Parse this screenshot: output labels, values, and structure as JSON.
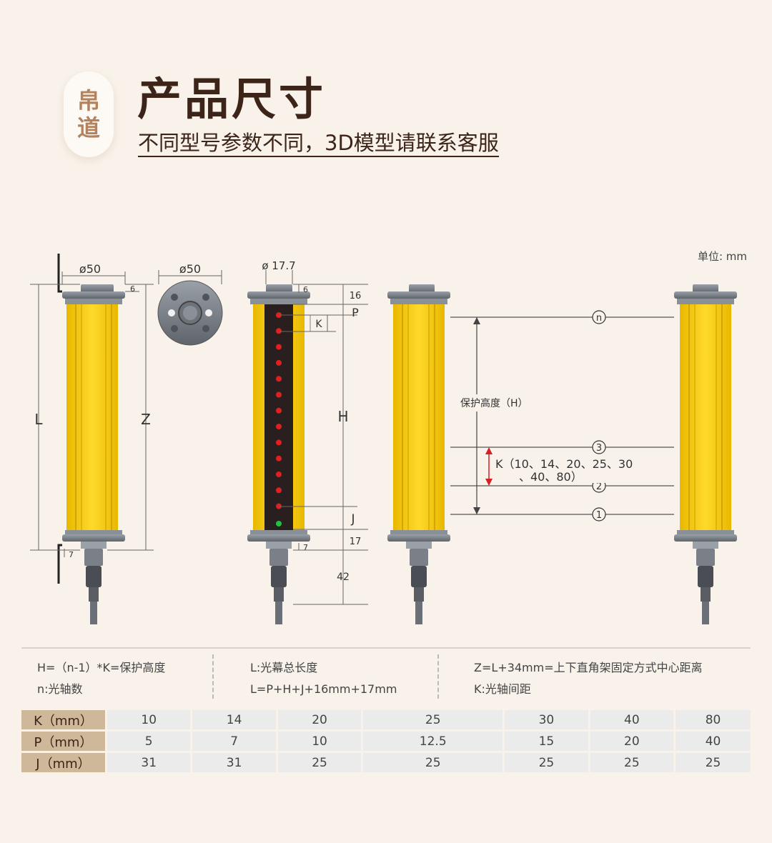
{
  "header": {
    "badge_line1": "帛",
    "badge_line2": "道",
    "title": "产品尺寸",
    "subtitle": "不同型号参数不同，3D模型请联系客服"
  },
  "diagram": {
    "unit": "单位: mm",
    "side": {
      "diameter": "ø50",
      "top": "6",
      "bottom": "7",
      "L": "L",
      "Z": "Z"
    },
    "top_view": {
      "diameter": "ø50"
    },
    "front": {
      "diameter": "ø 17.7",
      "top_small": "6",
      "bottom_small": "7",
      "d16": "16",
      "P": "P",
      "K": "K",
      "H": "H",
      "J": "J",
      "d17": "17",
      "d42": "42"
    },
    "pair": {
      "n": "n",
      "three": "3",
      "two": "2",
      "one": "1",
      "protect": "保护高度（H）",
      "k_values_1": "K（10、14、20、25、30",
      "k_values_2": "、40、80）"
    }
  },
  "notes": {
    "col1_line1": "H=（n-1）*K=保护高度",
    "col1_line2": "n:光轴数",
    "col2_line1": "L:光幕总长度",
    "col2_line2": "L=P+H+J+16mm+17mm",
    "col3_line1": "Z=L+34mm=上下直角架固定方式中心距离",
    "col3_line2": "K:光轴间距"
  },
  "table": {
    "rows": [
      {
        "label": "K（mm）",
        "values": [
          "10",
          "14",
          "20",
          "25",
          "30",
          "40",
          "80"
        ]
      },
      {
        "label": "P（mm）",
        "values": [
          "5",
          "7",
          "10",
          "12.5",
          "15",
          "20",
          "40"
        ]
      },
      {
        "label": "J（mm）",
        "values": [
          "31",
          "31",
          "25",
          "25",
          "25",
          "25",
          "25"
        ]
      }
    ]
  },
  "colors": {
    "background": "#f8f2ea",
    "title": "#3d2418",
    "badge_text": "#b4825d",
    "yellow": "#f7cd0c",
    "gray": "#7b8088",
    "red_led": "#e02020",
    "green_led": "#20c040",
    "table_header": "#cfb79a"
  }
}
